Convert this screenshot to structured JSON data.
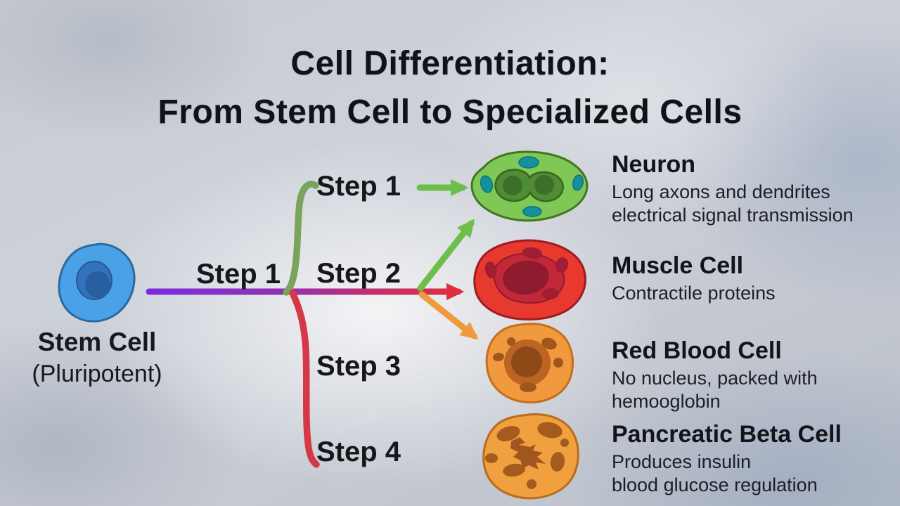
{
  "title": {
    "line1": "Cell Differentiation:",
    "line2": "From Stem Cell to Specialized Cells"
  },
  "stem_cell": {
    "name": "Stem Cell",
    "subtitle": "(Pluripotent)"
  },
  "steps": {
    "main_step1": "Step 1",
    "branch_step1": "Step 1",
    "step2": "Step 2",
    "step3": "Step 3",
    "step4": "Step 4"
  },
  "cells": [
    {
      "name": "Neuron",
      "desc1": "Long axons and dendrites",
      "desc2": "electrical signal transmission"
    },
    {
      "name": "Muscle Cell",
      "desc1": "Contractile proteins",
      "desc2": ""
    },
    {
      "name": "Red Blood Cell",
      "desc1": "No nucleus, packed with",
      "desc2": "hemooglobin"
    },
    {
      "name": "Pancreatic Beta Cell",
      "desc1": "Produces insulin",
      "desc2": "blood glucose regulation"
    }
  ],
  "colors": {
    "line_purple": "#7b2ce0",
    "line_red": "#df2e3f",
    "branch_green": "#79a45c",
    "branch_red": "#d63848",
    "arrow_green": "#6cc04a",
    "arrow_orange": "#f09a3c",
    "stem_cell_body": "#4ba1e8",
    "stem_cell_nucleus": "#3272bd",
    "neuron_body": "#7fc855",
    "neuron_center": "#4f8c34",
    "neuron_spot": "#13929e",
    "muscle_body": "#e8392e",
    "muscle_ring": "#c22837",
    "rbc_body": "#f0993f",
    "beta_body": "#f0a03f",
    "organelle_brown": "#a55a1e"
  }
}
